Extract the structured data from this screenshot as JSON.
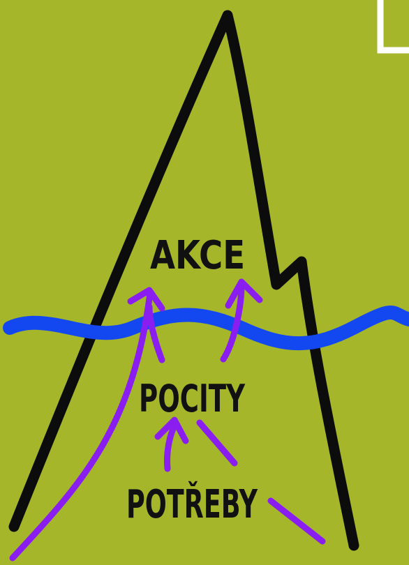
{
  "diagram": {
    "background_color": "#a5b62a",
    "mountain_color": "#0c0c0c",
    "water_color": "#1348f0",
    "arrow_color": "#8a1ef0",
    "corner_mark_color": "#ffffff",
    "labels": {
      "top": "AKCE",
      "middle": "POCITY",
      "bottom": "POTŘEBY"
    }
  }
}
